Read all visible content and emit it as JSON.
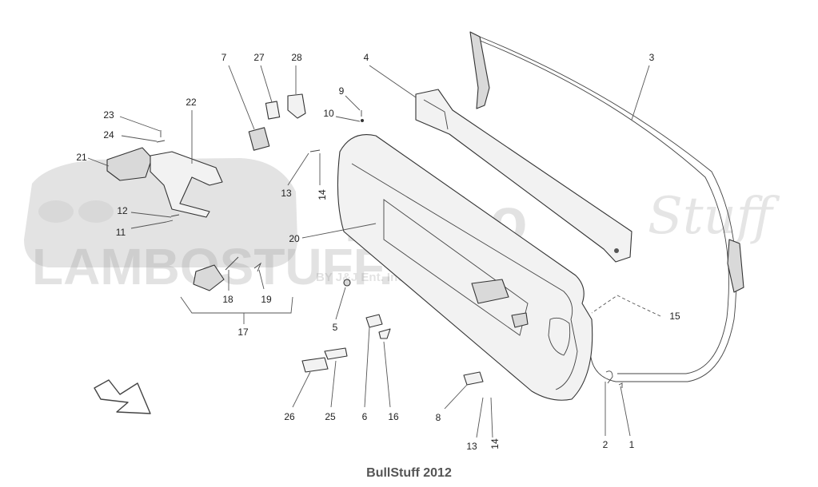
{
  "watermark": {
    "brand": "LAMBOSTUFF.COM",
    "by_line": "BY J&J Ent. Inc.",
    "script_word": "lambo",
    "script_word2": "Stuff"
  },
  "footer": {
    "credit": "BullStuff 2012"
  },
  "callouts": [
    {
      "id": "1",
      "label": "1"
    },
    {
      "id": "2",
      "label": "2"
    },
    {
      "id": "3",
      "label": "3"
    },
    {
      "id": "4",
      "label": "4"
    },
    {
      "id": "5",
      "label": "5"
    },
    {
      "id": "6",
      "label": "6"
    },
    {
      "id": "7",
      "label": "7"
    },
    {
      "id": "8",
      "label": "8"
    },
    {
      "id": "9",
      "label": "9"
    },
    {
      "id": "10",
      "label": "10"
    },
    {
      "id": "11",
      "label": "11"
    },
    {
      "id": "12",
      "label": "12"
    },
    {
      "id": "13a",
      "label": "13"
    },
    {
      "id": "13b",
      "label": "13"
    },
    {
      "id": "14a",
      "label": "14"
    },
    {
      "id": "14b",
      "label": "14"
    },
    {
      "id": "15",
      "label": "15"
    },
    {
      "id": "16",
      "label": "16"
    },
    {
      "id": "17",
      "label": "17"
    },
    {
      "id": "18",
      "label": "18"
    },
    {
      "id": "19",
      "label": "19"
    },
    {
      "id": "20",
      "label": "20"
    },
    {
      "id": "21",
      "label": "21"
    },
    {
      "id": "22",
      "label": "22"
    },
    {
      "id": "23",
      "label": "23"
    },
    {
      "id": "24",
      "label": "24"
    },
    {
      "id": "25",
      "label": "25"
    },
    {
      "id": "26",
      "label": "26"
    },
    {
      "id": "27",
      "label": "27"
    },
    {
      "id": "28",
      "label": "28"
    }
  ],
  "icons": {
    "direction_arrow": "arrow-down-right-icon"
  }
}
